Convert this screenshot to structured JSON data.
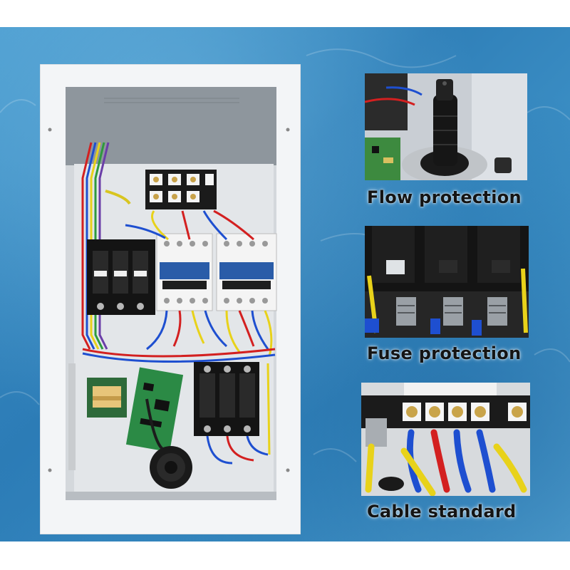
{
  "captions": {
    "flow": "Flow protection",
    "fuse": "Fuse protection",
    "cable": "Cable standard"
  },
  "colors": {
    "background_blue": "#3a8cc4",
    "cabinet_white": "#f2f4f6",
    "panel_grey": "#d9dcdf",
    "contactor_blue": "#2a5ca8",
    "wire_red": "#d32020",
    "wire_blue": "#1e4fd0",
    "wire_yellow": "#e8d21a"
  }
}
